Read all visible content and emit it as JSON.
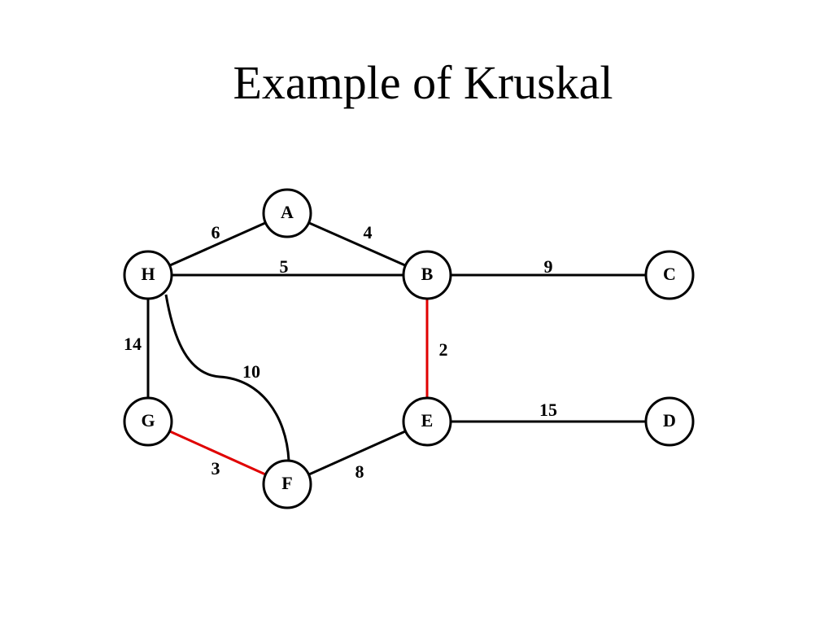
{
  "title": "Example of Kruskal",
  "colors": {
    "edge_default": "#000000",
    "edge_selected": "#e00000",
    "node_fill": "#ffffff",
    "node_stroke": "#000000"
  },
  "graph": {
    "nodes": [
      {
        "id": "A",
        "label": "A"
      },
      {
        "id": "B",
        "label": "B"
      },
      {
        "id": "C",
        "label": "C"
      },
      {
        "id": "D",
        "label": "D"
      },
      {
        "id": "E",
        "label": "E"
      },
      {
        "id": "F",
        "label": "F"
      },
      {
        "id": "G",
        "label": "G"
      },
      {
        "id": "H",
        "label": "H"
      }
    ],
    "edges": [
      {
        "from": "H",
        "to": "A",
        "weight": "6",
        "selected": false
      },
      {
        "from": "A",
        "to": "B",
        "weight": "4",
        "selected": false
      },
      {
        "from": "H",
        "to": "B",
        "weight": "5",
        "selected": false
      },
      {
        "from": "B",
        "to": "C",
        "weight": "9",
        "selected": false
      },
      {
        "from": "H",
        "to": "G",
        "weight": "14",
        "selected": false
      },
      {
        "from": "H",
        "to": "F",
        "weight": "10",
        "selected": false
      },
      {
        "from": "B",
        "to": "E",
        "weight": "2",
        "selected": true
      },
      {
        "from": "G",
        "to": "F",
        "weight": "3",
        "selected": true
      },
      {
        "from": "F",
        "to": "E",
        "weight": "8",
        "selected": false
      },
      {
        "from": "E",
        "to": "D",
        "weight": "15",
        "selected": false
      }
    ]
  }
}
